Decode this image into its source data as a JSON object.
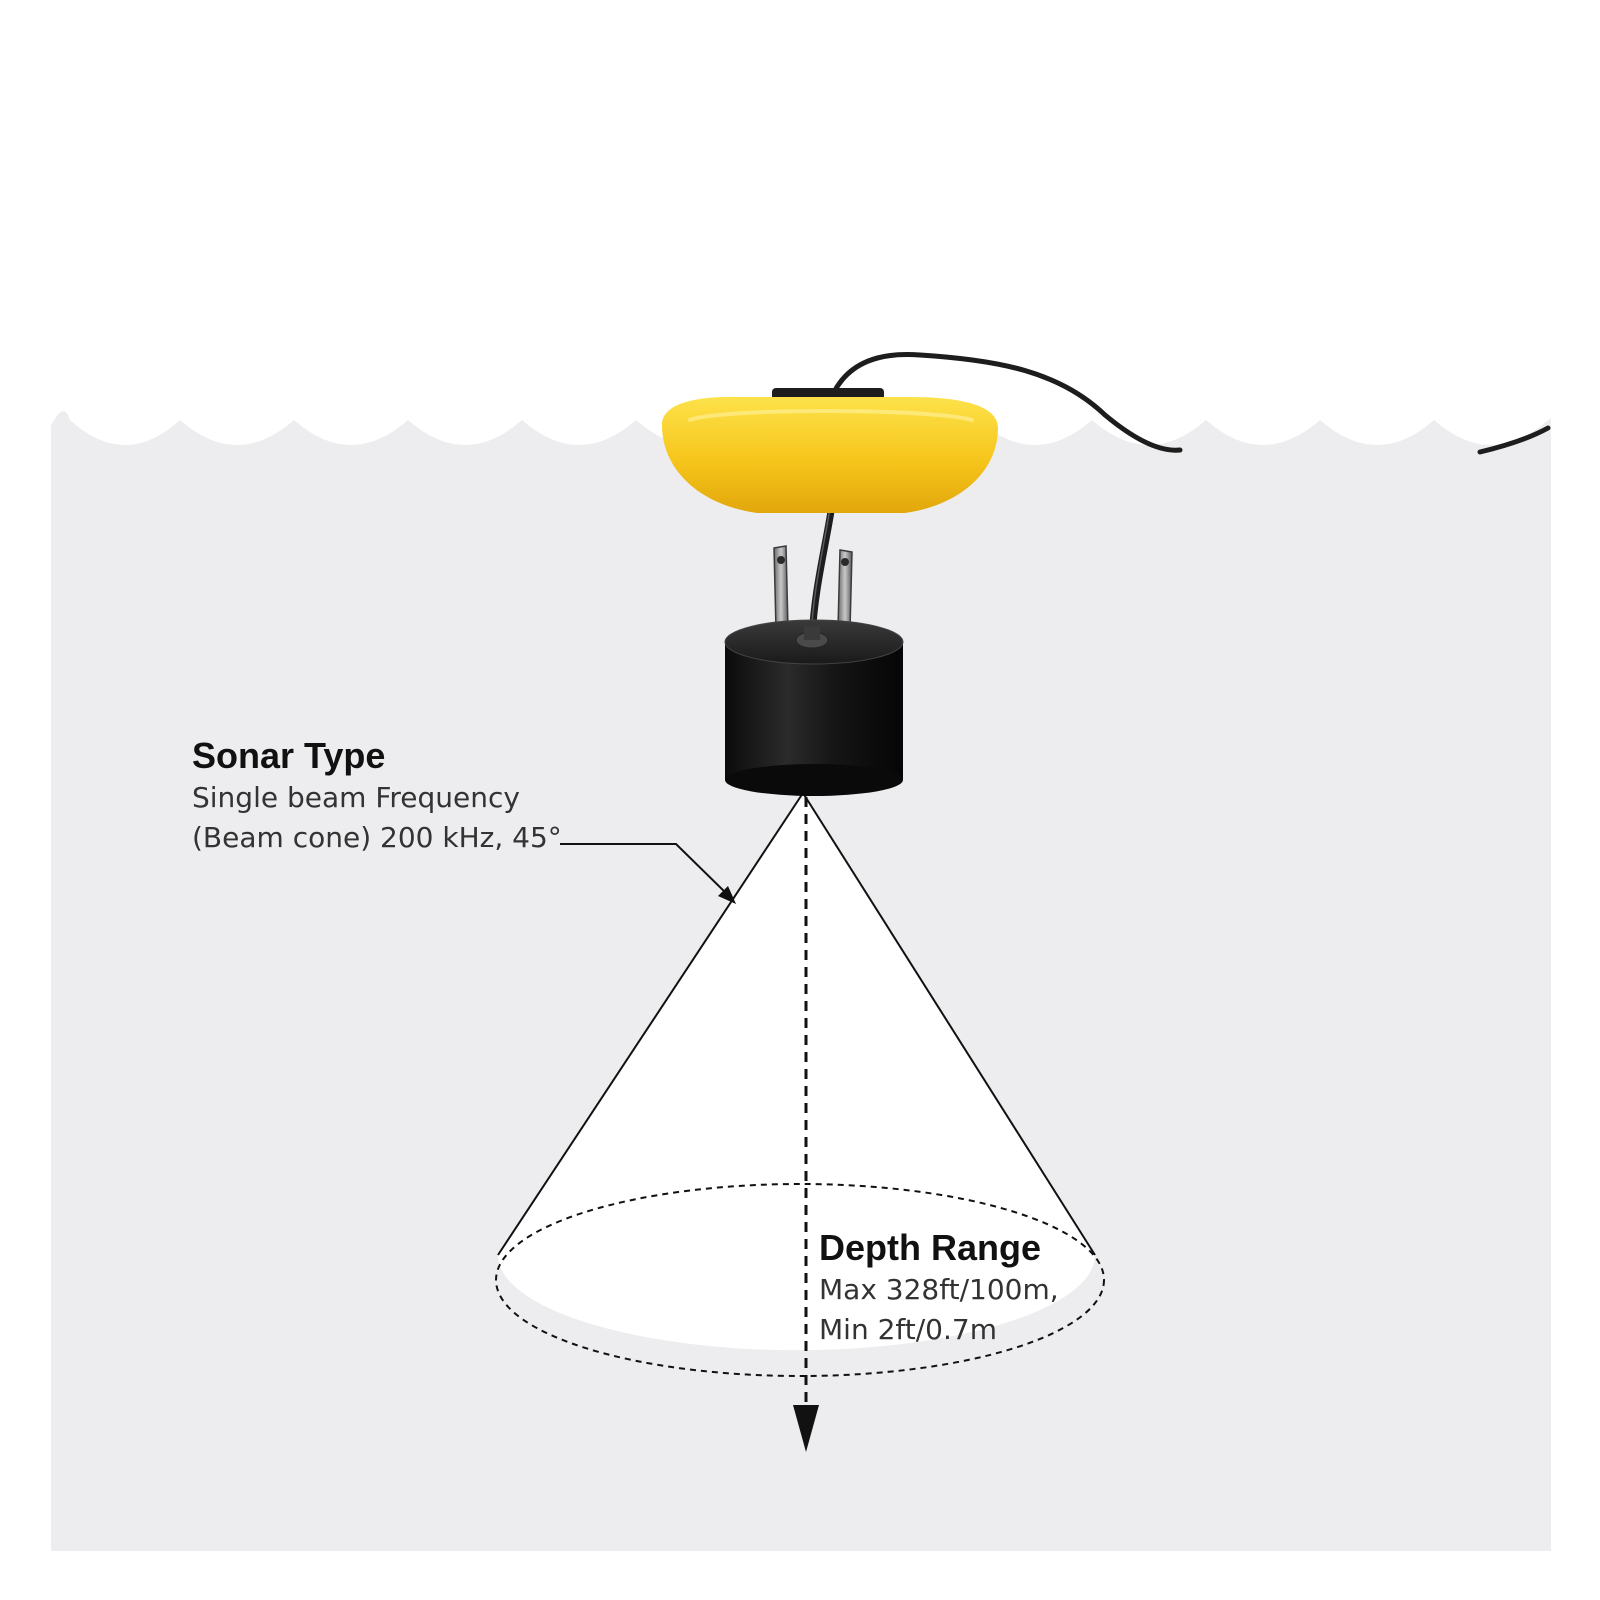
{
  "colors": {
    "water": "#ededef",
    "float_yellow": "#f6c51b",
    "float_shade": "#e2a70c",
    "transducer_black": "#141414",
    "cable": "#1d1d1d",
    "cone_fill": "#ffffff",
    "line": "#111111"
  },
  "sonar": {
    "title": "Sonar Type",
    "line1": "Single beam Frequency",
    "line2": "(Beam cone) 200 kHz, 45°"
  },
  "depth": {
    "title": "Depth Range",
    "line1": "Max 328ft/100m,",
    "line2": "Min 2ft/0.7m"
  }
}
